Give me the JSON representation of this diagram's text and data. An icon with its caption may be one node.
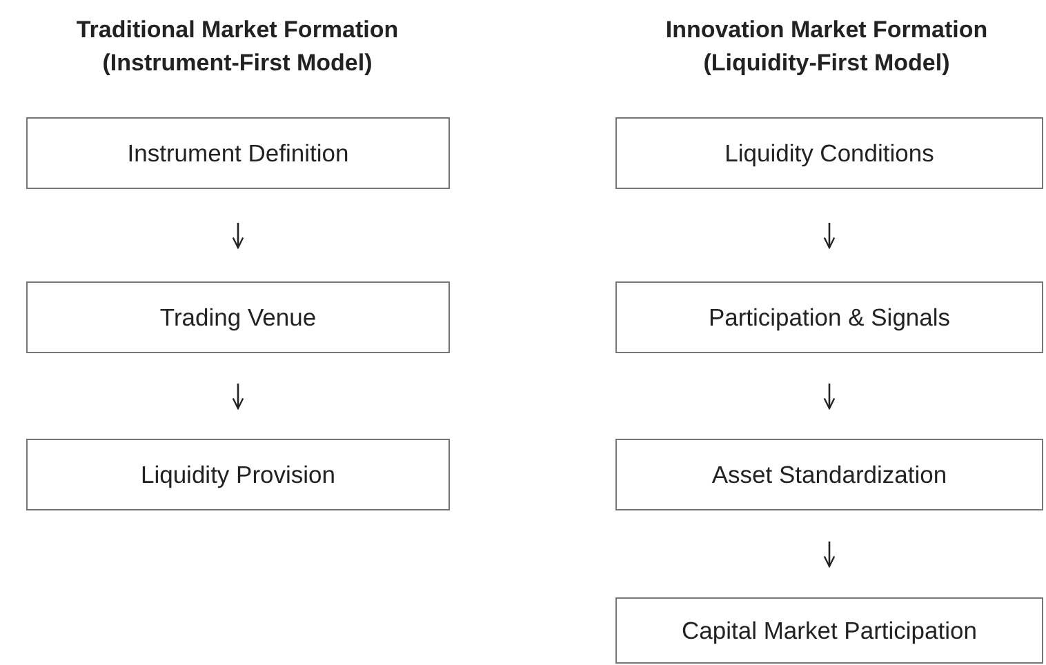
{
  "diagram": {
    "nodes": [
      {
        "text": [
          "Instrument Definition"
        ]
      },
      {
        "text": [
          "Trading Venue"
        ]
      },
      {
        "text": [
          "Liquidity Provision"
        ]
      },
      {
        "text": [
          "Liquidity Conditions"
        ]
      },
      {
        "text": [
          "Participation & Signals"
        ]
      },
      {
        "text": [
          "Asset Standardization"
        ]
      },
      {
        "text": [
          "Capital Market Participation"
        ]
      }
    ],
    "edges": [
      {
        "from": 0,
        "to": 1,
        "arrow": "to"
      },
      {
        "from": 1,
        "to": 2,
        "arrow": "to"
      },
      {
        "from": 3,
        "to": 4,
        "arrow": "to"
      },
      {
        "from": 4,
        "to": 5,
        "arrow": "to"
      },
      {
        "from": 5,
        "to": 6,
        "arrow": "to"
      }
    ],
    "labels": [
      "Traditional Market Formation (Instrument-First Model)",
      "Innovation Market Formation (Liquidity-First Model)"
    ]
  }
}
